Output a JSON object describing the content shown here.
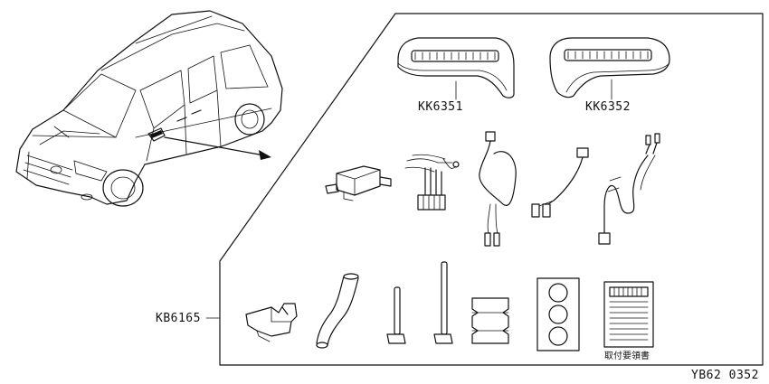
{
  "parts": {
    "light_left": {
      "code": "KK6351"
    },
    "light_right": {
      "code": "KK6352"
    },
    "kit": {
      "code": "KB6165"
    },
    "manual": {
      "caption": "取付要領書"
    }
  },
  "drawing_id": "YB62 0352"
}
